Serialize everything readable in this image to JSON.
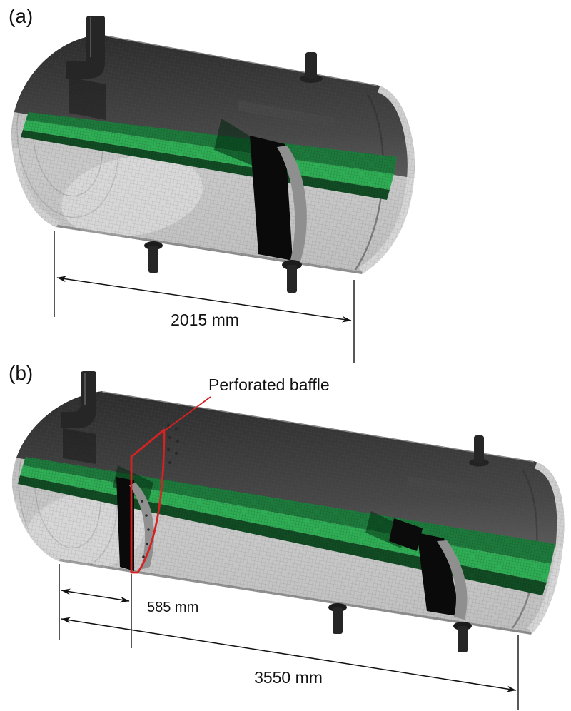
{
  "figure": {
    "panels": {
      "a": {
        "label": "(a)",
        "length_dimension": "2015 mm"
      },
      "b": {
        "label": "(b)",
        "baffle_annotation": "Perforated baffle",
        "baffle_offset_dimension": "585 mm",
        "length_dimension": "3550 mm"
      }
    },
    "colors": {
      "plate_green_bright": "#2fae55",
      "plate_green_mid": "#1e7a3c",
      "plate_green_dark": "#124c24",
      "baffle_outline_red": "#d62222",
      "shell_light_gray": "#c6c6c6",
      "shell_dark_gray": "#3a3a3a",
      "dimension_line": "#111111"
    }
  }
}
